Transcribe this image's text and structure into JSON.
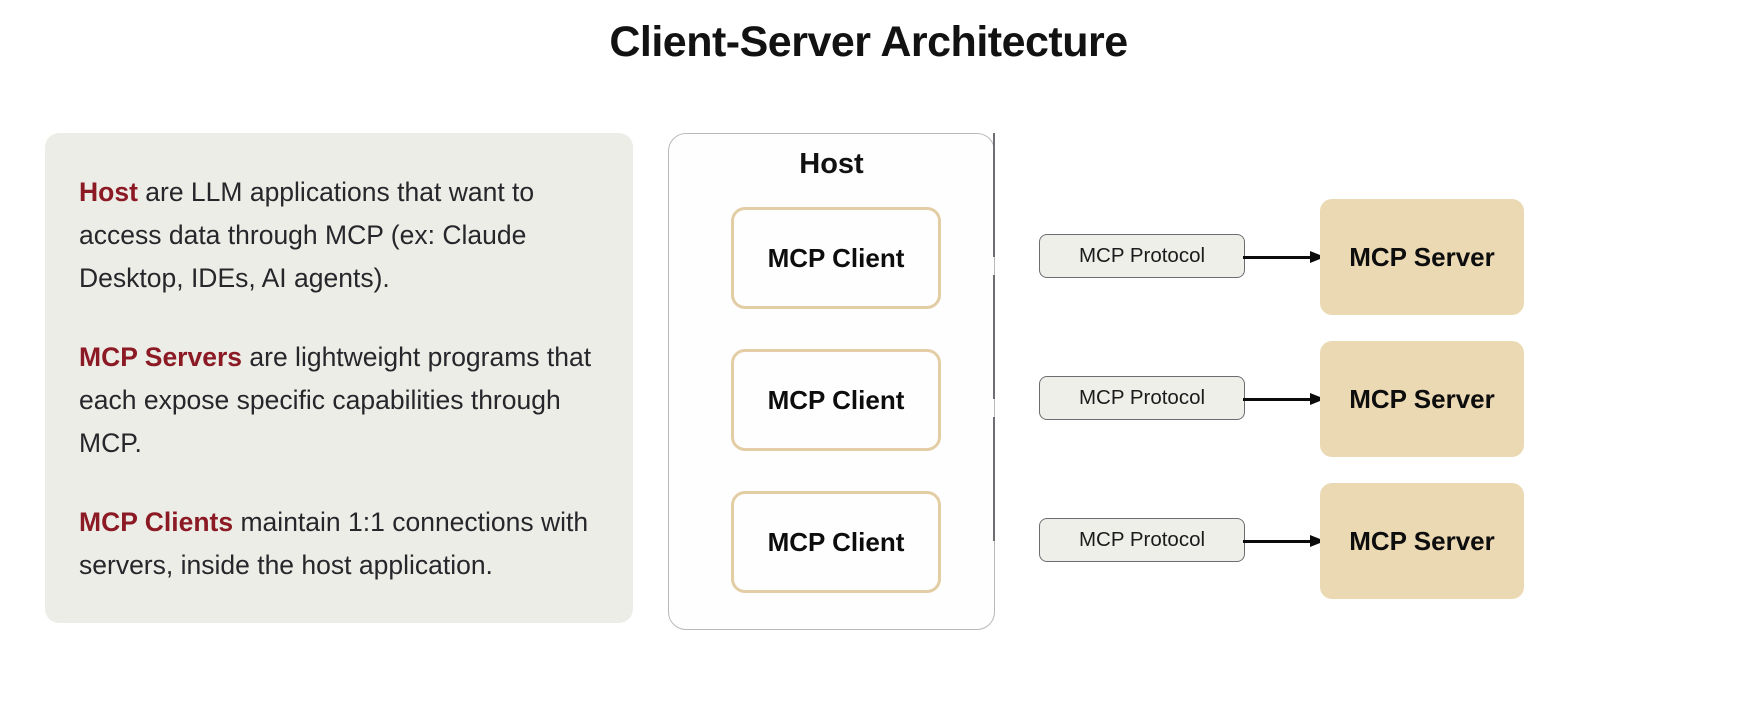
{
  "page": {
    "title": "Client-Server Architecture",
    "background_color": "#ffffff"
  },
  "colors": {
    "panel_bg": "#EDEDE7",
    "lead_accent": "#8C1A24",
    "client_border": "#E3CDA4",
    "server_fill": "#EBD9B4",
    "protocol_fill": "#EFEFEA",
    "protocol_border": "#6D6D70",
    "host_border": "#B9B9BC",
    "text": "#121212"
  },
  "description_panel": {
    "paragraphs": [
      {
        "lead": "Host",
        "body": " are LLM applications that want to access data through MCP (ex: Claude Desktop, IDEs, AI agents)."
      },
      {
        "lead": "MCP Servers",
        "body": " are lightweight programs that each expose specific capabilities through MCP."
      },
      {
        "lead": "MCP Clients",
        "body": " maintain 1:1 connections with servers, inside the host application."
      }
    ]
  },
  "host": {
    "label": "Host",
    "clients": [
      {
        "label": "MCP Client"
      },
      {
        "label": "MCP Client"
      },
      {
        "label": "MCP Client"
      }
    ]
  },
  "connections": [
    {
      "protocol_label": "MCP Protocol",
      "server_label": "MCP Server",
      "arrow_to_client": "arrow-left-icon",
      "arrow_to_server": "arrow-right-icon"
    },
    {
      "protocol_label": "MCP Protocol",
      "server_label": "MCP Server",
      "arrow_to_client": "arrow-left-icon",
      "arrow_to_server": "arrow-right-icon"
    },
    {
      "protocol_label": "MCP Protocol",
      "server_label": "MCP Server",
      "arrow_to_client": "arrow-left-icon",
      "arrow_to_server": "arrow-right-icon"
    }
  ]
}
